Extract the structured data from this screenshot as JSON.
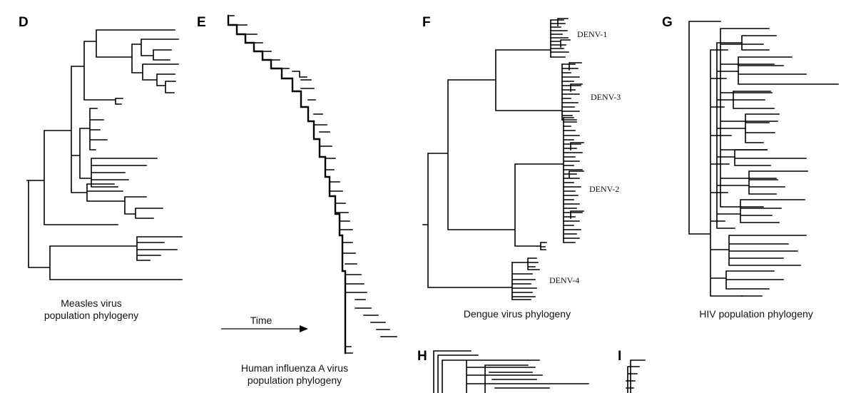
{
  "panels": {
    "D": {
      "letter": "D",
      "caption_line1": "Measles virus",
      "caption_line2": "population phylogeny"
    },
    "E": {
      "letter": "E",
      "caption_line1": "Human influenza A virus",
      "caption_line2": "population phylogeny",
      "arrow_label": "Time"
    },
    "F": {
      "letter": "F",
      "caption": "Dengue virus phylogeny",
      "clades": [
        "DENV-1",
        "DENV-3",
        "DENV-2",
        "DENV-4"
      ]
    },
    "G": {
      "letter": "G",
      "caption": "HIV population phylogeny"
    },
    "H": {
      "letter": "H"
    },
    "I": {
      "letter": "I"
    }
  }
}
